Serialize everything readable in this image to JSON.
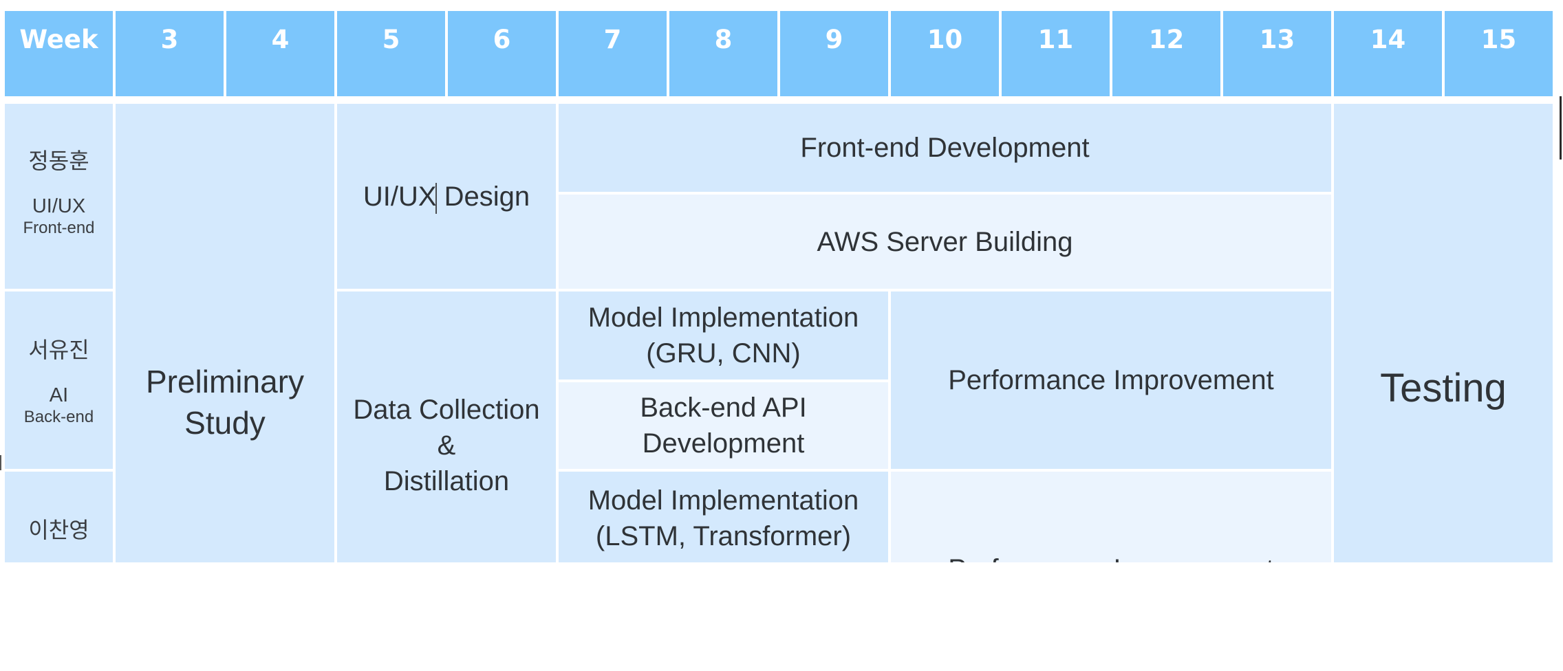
{
  "header": {
    "corner": "Week",
    "weeks": [
      "3",
      "4",
      "5",
      "6",
      "7",
      "8",
      "9",
      "10",
      "11",
      "12",
      "13",
      "14",
      "15"
    ]
  },
  "members": [
    {
      "name": "정동훈",
      "role_line1": "UI/UX",
      "role_line2": "Front-end"
    },
    {
      "name": "서유진",
      "role_line1": "AI",
      "role_line2": "Back-end"
    },
    {
      "name": "이찬영",
      "role_line1": "",
      "role_line2": ""
    }
  ],
  "tasks": {
    "preliminary_study": [
      "Preliminary",
      "Study"
    ],
    "uiux_design": "UI/UX Design",
    "data_collection": [
      "Data Collection",
      "&",
      "Distillation"
    ],
    "frontend_dev": "Front-end Development",
    "aws_server": "AWS Server Building",
    "model_impl_gru": [
      "Model Implementation",
      "(GRU, CNN)"
    ],
    "backend_api": [
      "Back-end API",
      "Development"
    ],
    "performance_1": "Performance Improvement",
    "model_impl_lstm": [
      "Model Implementation",
      "(LSTM, Transformer)"
    ],
    "performance_2": "Performance Improvement",
    "testing": "Testing"
  },
  "colors": {
    "header": "#7cc6fc",
    "cell_mid": "#d4e9fd",
    "cell_light": "#ebf4fe",
    "text": "#2f3337"
  }
}
